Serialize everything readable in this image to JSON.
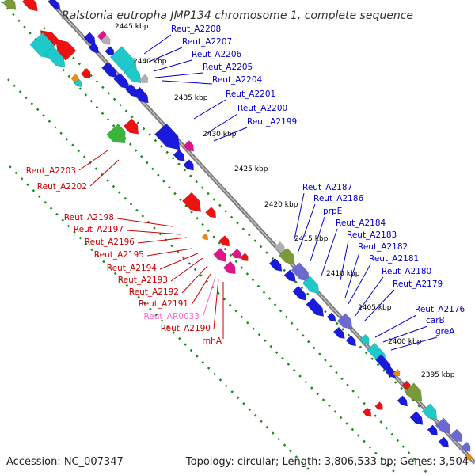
{
  "title": "Ralstonia eutropha JMP134 chromosome 1, complete sequence",
  "footer": {
    "accession": "Accession: NC_007347",
    "summary": "Topology: circular; Length: 3,806,533 bp; Genes: 3,504"
  },
  "colors": {
    "backbone": "#7f7f7f",
    "blue_gene": "#1a1adc",
    "cyan_gene": "#1fc9c9",
    "red_gene": "#ee1111",
    "green_gene": "#3cb43c",
    "magenta_gene": "#e0158c",
    "purple_gene": "#6a6ad0",
    "olive_gene": "#7a9a3a",
    "orange_gene": "#ee8a10",
    "gray_gene": "#b0b0b0",
    "label_blue": "#0000cc",
    "label_red": "#cc0000",
    "label_pink": "#ff66cc",
    "dots": "#1a8a1a"
  },
  "scale_ticks": [
    "2445 kbp",
    "2440 kbp",
    "2435 kbp",
    "2430 kbp",
    "2425 kbp",
    "2420 kbp",
    "2415 kbp",
    "2410 kbp",
    "2405 kbp",
    "2400 kbp",
    "2395 kbp"
  ],
  "gene_labels_blue": [
    "Reut_A2208",
    "Reut_A2207",
    "Reut_A2206",
    "Reut_A2205",
    "Reut_A2204",
    "Reut_A2201",
    "Reut_A2200",
    "Reut_A2199",
    "Reut_A2187",
    "Reut_A2186",
    "prpE",
    "Reut_A2184",
    "Reut_A2183",
    "Reut_A2182",
    "Reut_A2181",
    "Reut_A2180",
    "Reut_A2179",
    "Reut_A2176",
    "carB",
    "greA"
  ],
  "gene_labels_red": [
    "Reut_A2203",
    "Reut_A2202",
    "Reut_A2198",
    "Reut_A2197",
    "Reut_A2196",
    "Reut_A2195",
    "Reut_A2194",
    "Reut_A2193",
    "Reut_A2192",
    "Reut_A2191",
    "Reut_AR0033",
    "Reut_A2190",
    "rnhA"
  ]
}
